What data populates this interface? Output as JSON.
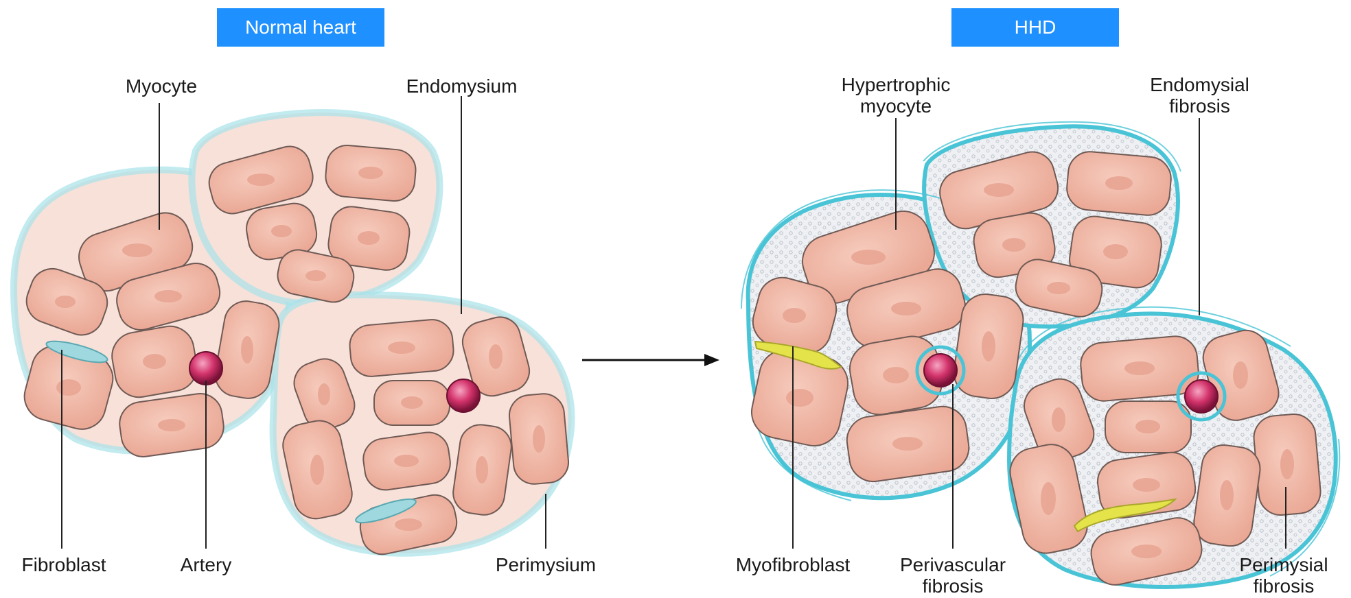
{
  "panels": {
    "normal": {
      "title": "Normal heart"
    },
    "hhd": {
      "title": "HHD"
    }
  },
  "labels": {
    "myocyte": "Myocyte",
    "endomysium": "Endomysium",
    "fibroblast": "Fibroblast",
    "artery": "Artery",
    "perimysium": "Perimysium",
    "hypertrophic_line1": "Hypertrophic",
    "hypertrophic_line2": "myocyte",
    "endomysial_line1": "Endomysial",
    "endomysial_line2": "fibrosis",
    "myofibroblast": "Myofibroblast",
    "perivascular_line1": "Perivascular",
    "perivascular_line2": "fibrosis",
    "perimysial_line1": "Perimysial",
    "perimysial_line2": "fibrosis"
  },
  "colors": {
    "badge": "#1e90ff",
    "myocyte_fill": "#f2b8a6",
    "myocyte_stroke": "#6f5a55",
    "bundle_fill": "#f7e1d9",
    "bundle_edge": "#a8e3ea",
    "fibrosis": "#49c4d6",
    "artery": "#d3336b",
    "fibroblast": "#9fd9df",
    "myofibroblast": "#e5e34a"
  }
}
